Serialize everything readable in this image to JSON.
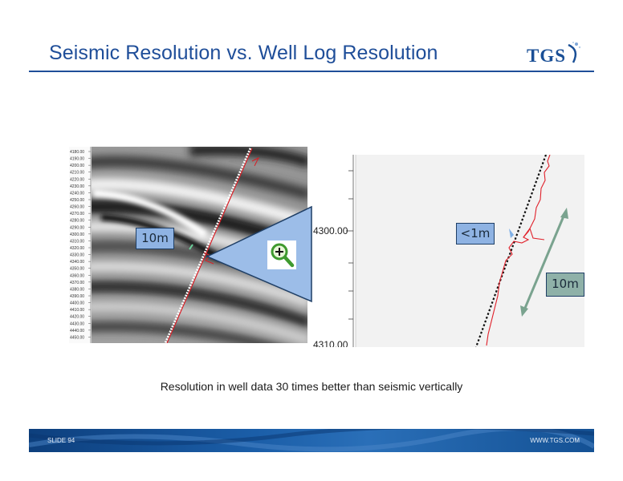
{
  "slide": {
    "title": "Seismic Resolution vs. Well Log Resolution",
    "logo_text": "TGS",
    "caption": "Resolution in well data 30 times better than seismic vertically",
    "footer_left": "SLIDE 94",
    "footer_right": "WWW.TGS.COM"
  },
  "seismic_panel": {
    "depth_labels": [
      "4180.00",
      "4190.00",
      "4200.00",
      "4210.00",
      "4220.00",
      "4230.00",
      "4240.00",
      "4250.00",
      "4260.00",
      "4270.00",
      "4280.00",
      "4290.00",
      "4300.00",
      "4310.00",
      "4320.00",
      "4330.00",
      "4340.00",
      "4350.00",
      "4360.00",
      "4370.00",
      "4380.00",
      "4390.00",
      "4400.00",
      "4410.00",
      "4420.00",
      "4430.00",
      "4440.00",
      "4450.00"
    ],
    "callout": "10m"
  },
  "well_panel": {
    "tick_top": "4300.00",
    "tick_bottom": "4310.00",
    "callout_small": "<1m",
    "callout_large": "10m"
  },
  "colors": {
    "title_blue": "#1f4e99",
    "callout_blue": "#8fb3e3",
    "callout_green": "#8fb1a8",
    "log_red": "#e0202a",
    "arrow_green": "#7aa38f"
  },
  "icons": [
    "zoom-in-icon",
    "tgs-star-logo-icon"
  ]
}
